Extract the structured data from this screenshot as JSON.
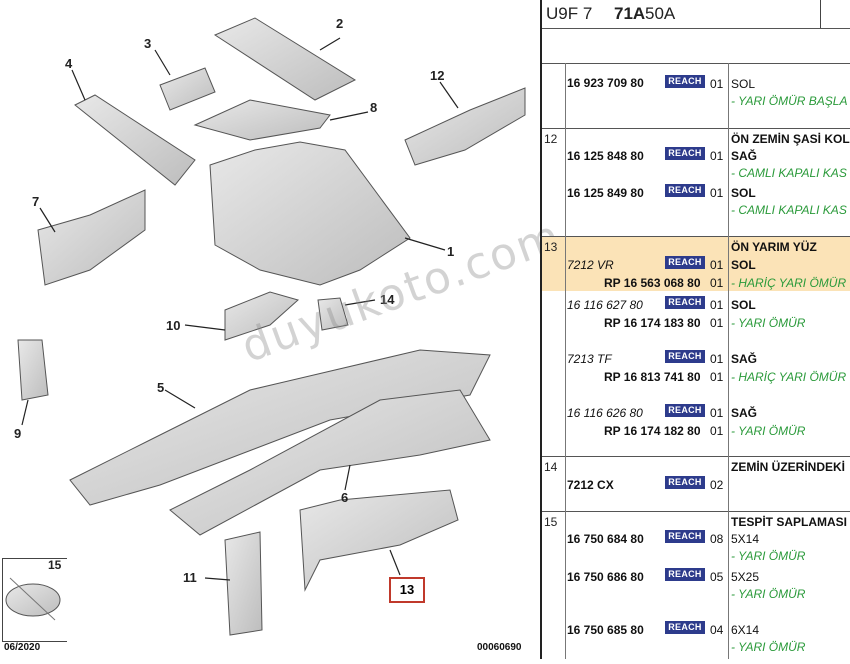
{
  "diagram": {
    "callouts": [
      "1",
      "2",
      "3",
      "4",
      "5",
      "6",
      "7",
      "8",
      "9",
      "10",
      "11",
      "12",
      "13",
      "14",
      "15"
    ],
    "date": "06/2020",
    "ref": "00060690",
    "selected_callout": "13"
  },
  "watermark": "duyukoto.com",
  "header": {
    "part1": "U9F 7 ",
    "part2": "71A",
    "part3": " 50A"
  },
  "reach_label": "REACH",
  "rows": [
    {
      "grp": "",
      "pn": "16 923 709 80",
      "qty": "01",
      "desc": "SOL",
      "note": "- YARI ÖMÜR BAŞLA"
    },
    {
      "grp": "12",
      "title": "ÖN ZEMİN ŞASİ KOL"
    },
    {
      "pn": "16 125 848 80",
      "qty": "01",
      "desc": "SAĞ",
      "note": "- CAMLI KAPALI KAS"
    },
    {
      "pn": "16 125 849 80",
      "qty": "01",
      "desc": "SOL",
      "note": "- CAMLI KAPALI KAS"
    },
    {
      "grp": "13",
      "title": "ÖN YARIM YÜZ"
    },
    {
      "pn": "7212 VR",
      "qty": "01",
      "desc": "SOL"
    },
    {
      "pn": "RP 16 563 068 80",
      "qty": "01",
      "note": "- HARİÇ YARI ÖMÜR"
    },
    {
      "pn": "16 116 627 80",
      "qty": "01",
      "desc": "SOL"
    },
    {
      "pn": "RP 16 174 183 80",
      "qty": "01",
      "note": "- YARI ÖMÜR"
    },
    {
      "pn": "7213 TF",
      "qty": "01",
      "desc": "SAĞ"
    },
    {
      "pn": "RP 16 813 741 80",
      "qty": "01",
      "note": "- HARİÇ YARI ÖMÜR"
    },
    {
      "pn": "16 116 626 80",
      "qty": "01",
      "desc": "SAĞ"
    },
    {
      "pn": "RP 16 174 182 80",
      "qty": "01",
      "note": "- YARI ÖMÜR"
    },
    {
      "grp": "14",
      "pn": "7212 CX",
      "qty": "02",
      "title": "ZEMİN ÜZERİNDEKİ"
    },
    {
      "grp": "15",
      "title": "TESPİT SAPLAMASI"
    },
    {
      "pn": "16 750 684 80",
      "qty": "08",
      "desc": "5X14",
      "note": "- YARI ÖMÜR"
    },
    {
      "pn": "16 750 686 80",
      "qty": "05",
      "desc": "5X25",
      "note": "- YARI ÖMÜR"
    },
    {
      "pn": "16 750 685 80",
      "qty": "04",
      "desc": "6X14",
      "note": "- YARI ÖMÜR"
    }
  ]
}
